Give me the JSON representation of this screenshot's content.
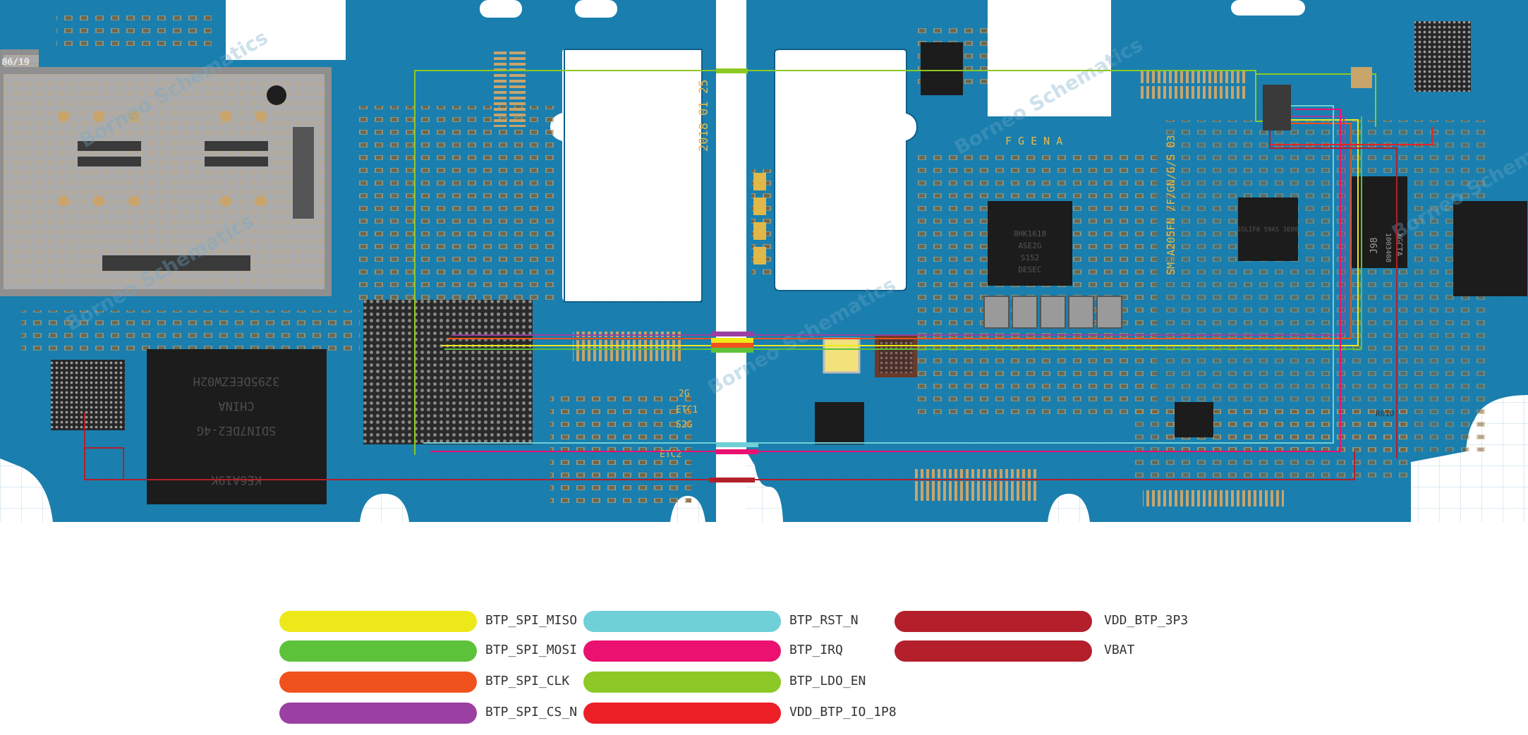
{
  "board": {
    "date_marking": "2018 01 25",
    "model_marking": "SM-A205FN /F/GN/G/S 03",
    "letters_marking": "F G E N A",
    "left_corner_marking": "86/19",
    "chip_left": [
      "3295DEEZW02H",
      "CHINA",
      "SDIN7DE2-4G",
      "KE6A19K"
    ],
    "chip_center_right": [
      "8HK1618",
      "ASE2G",
      "S152",
      "DESEC"
    ],
    "chip_right": [
      "J98",
      "XGCTA",
      "1003408"
    ],
    "chip_small_right": "SSLIF0 S9AS 3E00",
    "small_labels": [
      "2G",
      "ETC1",
      "S2G",
      "ETC2",
      "R010"
    ],
    "watermark": "Borneo Schematics"
  },
  "colors": {
    "board": "#1a7fae",
    "board_light": "#2e98c6",
    "trace": "#136e9c",
    "btp_spi_miso": "#ece81a",
    "btp_spi_mosi": "#5cc23a",
    "btp_spi_clk": "#f0521e",
    "btp_spi_cs_n": "#9b3fa2",
    "btp_rst_n": "#6fd0d8",
    "btp_irq": "#ea1170",
    "btp_ldo_en": "#8dc926",
    "vdd_btp_io_1p8": "#ec1f26",
    "vdd_btp_3p3": "#b41f2c",
    "vbat": "#b41f2c"
  },
  "legend": [
    {
      "label": "BTP_SPI_MISO",
      "color_key": "btp_spi_miso"
    },
    {
      "label": "BTP_SPI_MOSI",
      "color_key": "btp_spi_mosi"
    },
    {
      "label": "BTP_SPI_CLK",
      "color_key": "btp_spi_clk"
    },
    {
      "label": "BTP_SPI_CS_N",
      "color_key": "btp_spi_cs_n"
    },
    {
      "label": "BTP_RST_N",
      "color_key": "btp_rst_n"
    },
    {
      "label": "BTP_IRQ",
      "color_key": "btp_irq"
    },
    {
      "label": "BTP_LDO_EN",
      "color_key": "btp_ldo_en"
    },
    {
      "label": "VDD_BTP_IO_1P8",
      "color_key": "vdd_btp_io_1p8"
    },
    {
      "label": "VDD_BTP_3P3",
      "color_key": "vdd_btp_3p3"
    },
    {
      "label": "VBAT",
      "color_key": "vbat"
    }
  ]
}
